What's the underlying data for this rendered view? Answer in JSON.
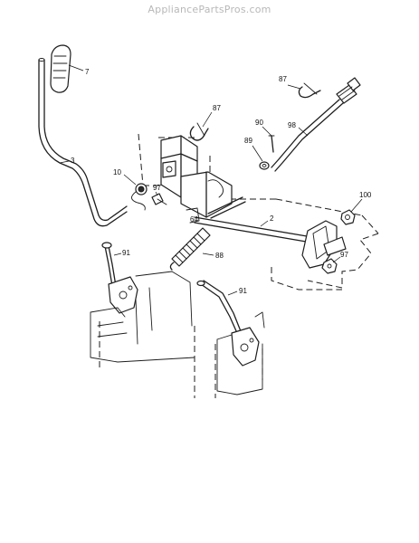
{
  "watermark": "AppliancePartsPros.com",
  "callouts": {
    "c7": "7",
    "c3": "3",
    "c10": "10",
    "c97a": "97",
    "c87": "87",
    "c87b": "87",
    "c90": "90",
    "c89": "89",
    "c98": "98",
    "c2": "2",
    "c100": "100",
    "c97b": "97",
    "c88": "88",
    "c91a": "91",
    "c91b": "91",
    "c64": "64"
  }
}
